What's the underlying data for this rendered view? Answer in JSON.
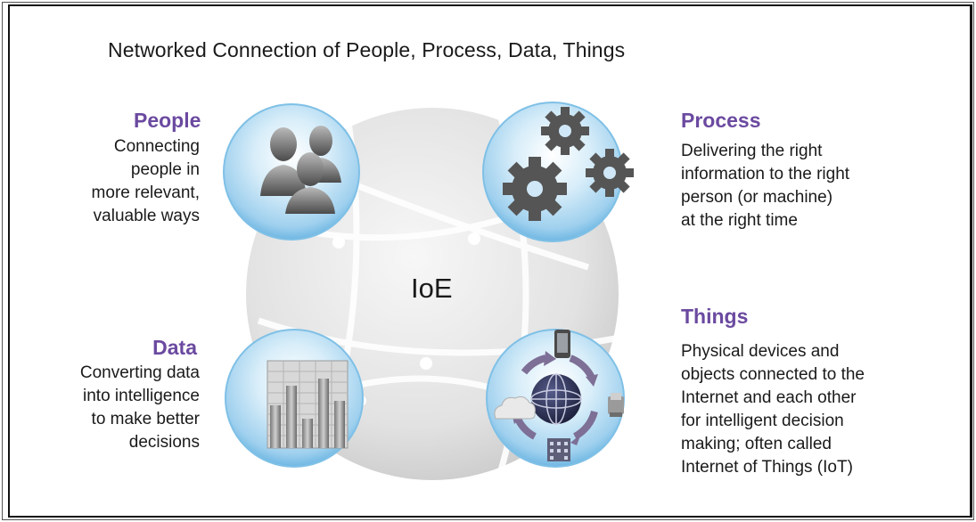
{
  "title": "Networked Connection of People, Process, Data, Things",
  "center_label": "IoE",
  "people": {
    "heading": "People",
    "lines": [
      "Connecting",
      "people in",
      "more relevant,",
      "valuable ways"
    ]
  },
  "process": {
    "heading": "Process",
    "lines": [
      "Delivering the right",
      "information to the right",
      "person (or machine)",
      "at the right time"
    ]
  },
  "data": {
    "heading": "Data",
    "lines": [
      "Converting data",
      "into intelligence",
      "to make better",
      "decisions"
    ]
  },
  "things": {
    "heading": "Things",
    "lines": [
      "Physical devices and",
      "objects connected to the",
      "Internet and each other",
      "for intelligent decision",
      "making; often called",
      "Internet of Things (IoT)"
    ]
  },
  "colors": {
    "heading": "#6b4aa0",
    "bubble": "#a9d6f1",
    "globe": "#e4e4e4"
  },
  "icons": [
    "people-icon",
    "gears-icon",
    "bar-chart-icon",
    "connected-devices-icon"
  ]
}
